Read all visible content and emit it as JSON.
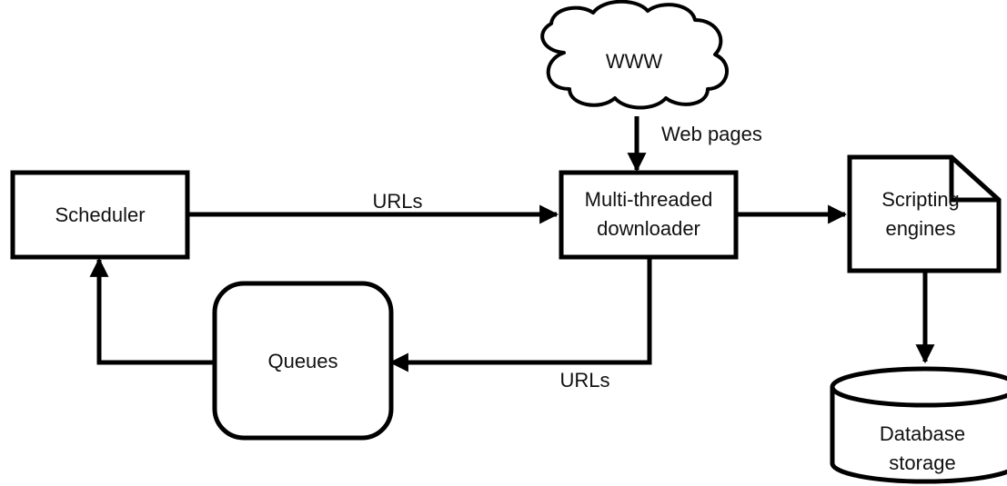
{
  "nodes": {
    "www": {
      "label": "WWW",
      "shape": "cloud"
    },
    "scheduler": {
      "label": "Scheduler",
      "shape": "rectangle"
    },
    "downloader": {
      "line1": "Multi-threaded",
      "line2": "downloader",
      "shape": "rectangle"
    },
    "scripting": {
      "line1": "Scripting",
      "line2": "engines",
      "shape": "document"
    },
    "queues": {
      "label": "Queues",
      "shape": "rounded-rectangle"
    },
    "database": {
      "line1": "Database",
      "line2": "storage",
      "shape": "cylinder"
    }
  },
  "edges": {
    "www_to_downloader": {
      "label": "Web pages"
    },
    "scheduler_to_downloader": {
      "label": "URLs"
    },
    "downloader_to_queues": {
      "label": "URLs"
    },
    "downloader_to_scripting": {
      "label": ""
    },
    "scripting_to_database": {
      "label": ""
    },
    "queues_to_scheduler": {
      "label": ""
    }
  },
  "colors": {
    "stroke": "#000000",
    "fill": "#ffffff",
    "text": "#111111"
  }
}
